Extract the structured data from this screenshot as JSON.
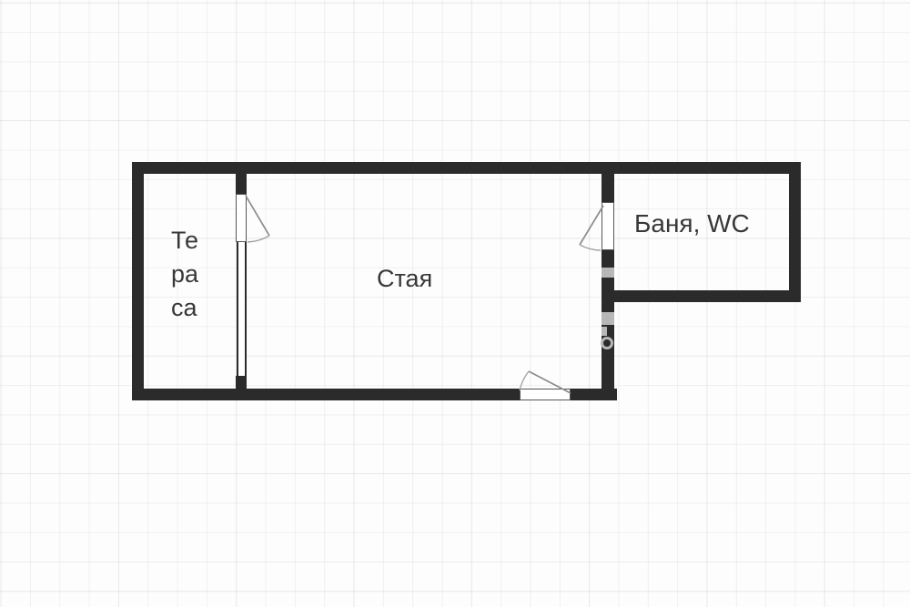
{
  "rooms": {
    "terrace": {
      "name": "Тераса",
      "lines": [
        "Те",
        "ра",
        "са"
      ]
    },
    "living": {
      "name": "Стая"
    },
    "bathroom": {
      "name": "Баня, WC"
    }
  },
  "colors": {
    "wall": "#2b2b2b",
    "bg": "#fdfdfd",
    "label": "#383838",
    "door": "#8b8b8b",
    "arc": "#a3a3a3",
    "watermark": "#b7b7b7",
    "opening": "#555555"
  }
}
